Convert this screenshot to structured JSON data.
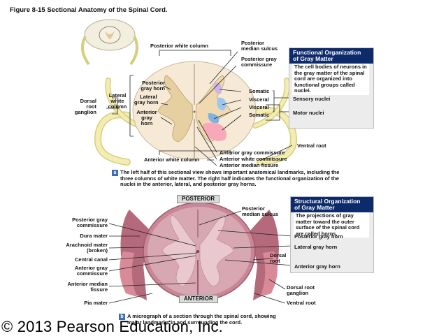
{
  "figure_title": "Figure 8-15 Sectional Anatomy of the Spinal Cord.",
  "top": {
    "labels": {
      "posterior_white_column": "Posterior white column",
      "posterior_median_sulcus": [
        "Posterior",
        "median sulcus"
      ],
      "posterior_gray_commissure": [
        "Posterior gray",
        "commissure"
      ],
      "posterior_gray_horn": [
        "Posterior",
        "gray horn"
      ],
      "lateral_gray_horn": [
        "Lateral",
        "gray horn"
      ],
      "anterior_gray_horn": [
        "Anterior",
        "gray",
        "horn"
      ],
      "lateral_white_column": [
        "Lateral",
        "white",
        "column"
      ],
      "dorsal_root_ganglion": [
        "Dorsal",
        "root",
        "ganglion"
      ],
      "somatic_1": "Somatic",
      "visceral_1": "Visceral",
      "visceral_2": "Visceral",
      "somatic_2": "Somatic",
      "ventral_root": "Ventral root",
      "anterior_white_column": "Anterior white column",
      "anterior_gray_commissure": "Anterior gray commissure",
      "anterior_white_commissure": "Anterior white commissure",
      "anterior_median_fissure": "Anterior median fissure"
    },
    "panel": {
      "title": [
        "Functional Organization",
        "of Gray Matter"
      ],
      "description": "The cell bodies of neurons in the gray matter of the spinal cord are organized into functional groups called nuclei.",
      "items": [
        "Sensory nuclei",
        "Motor nuclei"
      ]
    },
    "caption_badge": "a",
    "caption": [
      "The left half of this sectional view shows important anatomical landmarks, including the",
      "three columns of white matter. The right half indicates the functional organization of the",
      "nuclei in the anterior, lateral, and posterior gray horns."
    ]
  },
  "bottom": {
    "posterior_tag": "POSTERIOR",
    "anterior_tag": "ANTERIOR",
    "left_labels": {
      "posterior_gray_commissure": [
        "Posterior gray",
        "commissure"
      ],
      "dura_mater": "Dura mater",
      "arachnoid_mater": [
        "Arachnoid mater",
        "(broken)"
      ],
      "central_canal": "Central canal",
      "anterior_gray_commissure": [
        "Anterior gray",
        "commissure"
      ],
      "anterior_median_fissure": [
        "Anterior median",
        "fissure"
      ],
      "pia_mater": "Pia mater"
    },
    "right_labels": {
      "posterior_median_sulcus": [
        "Posterior",
        "median sulcus"
      ],
      "dorsal_root": [
        "Dorsal",
        "root"
      ],
      "dorsal_root_ganglion": [
        "Dorsal root",
        "ganglion"
      ],
      "ventral_root": "Ventral root"
    },
    "panel": {
      "title": [
        "Structural Organization",
        "of Gray Matter"
      ],
      "description": "The projections of gray matter toward the outer surface of the spinal cord are called horns.",
      "items": [
        "Posterior gray horn",
        "Lateral gray horn",
        "Anterior gray horn"
      ]
    },
    "caption_badge": "b",
    "caption": [
      "A micrograph of a section through the spinal cord, showing",
      "major landmarks in and surrounding the cord."
    ]
  },
  "copyright": "© 2013 Pearson Education, Inc.",
  "colors": {
    "panel_header": "#0d2a6b",
    "badge": "#3b6fb6",
    "nerve": "#f3ecb4",
    "gray_matter_left": "#e6cfa0",
    "somatic_pink": "#f7a9b9",
    "visceral_blue": "#9bc7ef",
    "visceral_purple": "#cdb6e6",
    "micrograph_tissue": "#c98696"
  }
}
